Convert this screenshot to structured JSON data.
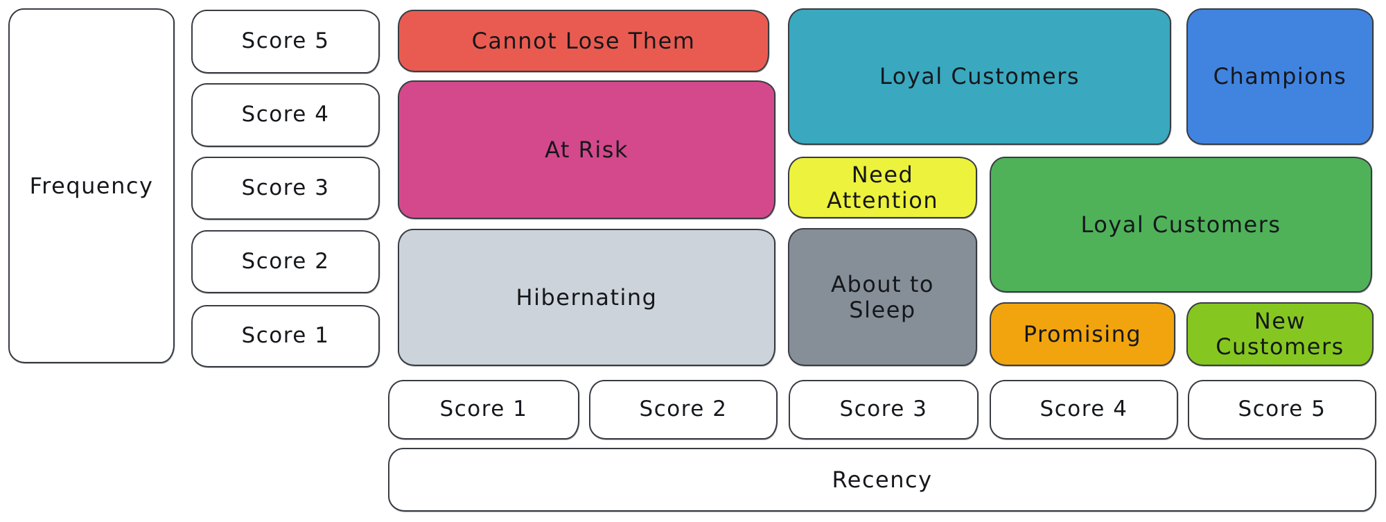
{
  "axes": {
    "frequency_label": "Frequency",
    "recency_label": "Recency",
    "frequency_scores": [
      "Score 5",
      "Score 4",
      "Score 3",
      "Score 2",
      "Score 1"
    ],
    "recency_scores": [
      "Score 1",
      "Score 2",
      "Score 3",
      "Score 4",
      "Score 5"
    ]
  },
  "segments": {
    "cannot_lose_them": {
      "label": "Cannot Lose Them",
      "color": "#e95b50",
      "recency": "1-2",
      "frequency": "5"
    },
    "at_risk": {
      "label": "At Risk",
      "color": "#d4498c",
      "recency": "1-2",
      "frequency": "3-4"
    },
    "hibernating": {
      "label": "Hibernating",
      "color": "#ccd3da",
      "recency": "1-2",
      "frequency": "1-2"
    },
    "loyal_customers_top": {
      "label": "Loyal Customers",
      "color": "#3aa8bf",
      "recency": "3-4",
      "frequency": "4-5"
    },
    "champions": {
      "label": "Champions",
      "color": "#4184e0",
      "recency": "5",
      "frequency": "4-5"
    },
    "need_attention": {
      "label": "Need Attention",
      "color": "#edf23c",
      "recency": "3",
      "frequency": "3"
    },
    "about_to_sleep": {
      "label": "About to Sleep",
      "color": "#868f98",
      "recency": "3",
      "frequency": "1-2"
    },
    "loyal_customers_right": {
      "label": "Loyal Customers",
      "color": "#4fb259",
      "recency": "4-5",
      "frequency": "2-3"
    },
    "promising": {
      "label": "Promising",
      "color": "#f1a40d",
      "recency": "4",
      "frequency": "1"
    },
    "new_customers": {
      "label": "New Customers",
      "color": "#85c720",
      "recency": "5",
      "frequency": "1"
    }
  },
  "style_colors": {
    "stroke": "#383c42",
    "text": "#15171b",
    "score_box_fill": "#ffffff",
    "background": "#ffffff"
  }
}
